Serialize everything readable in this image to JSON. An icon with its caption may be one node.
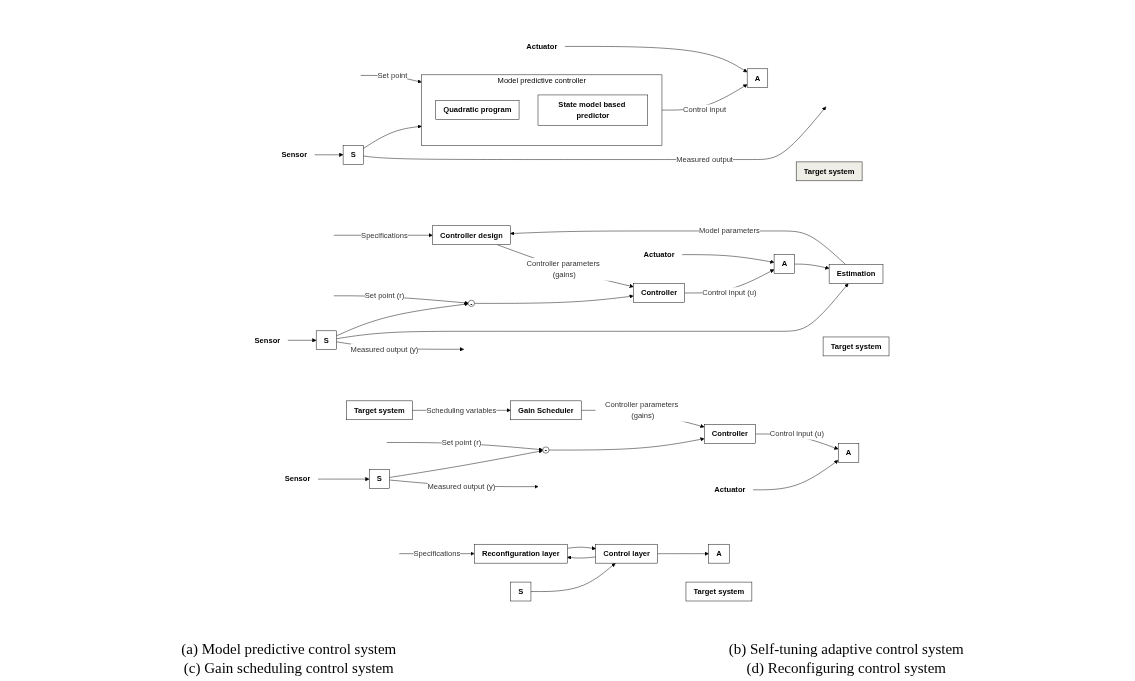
{
  "diagram": {
    "nodes": [
      {
        "text": [
          "Model predictive controller"
        ]
      },
      {
        "text": [
          "Quadratic program"
        ],
        "in": 0
      },
      {
        "text": [
          "State model based predictor"
        ],
        "in": 0
      },
      {
        "text": [
          "A"
        ]
      },
      {
        "text": [
          "Target system"
        ]
      },
      {
        "text": [
          "S"
        ]
      },
      {
        "text": [
          "Actuator"
        ]
      },
      {
        "text": [
          "Sensor"
        ]
      },
      {
        "text": [
          "Controller design"
        ]
      },
      {
        "text": [
          "Estimation"
        ]
      },
      {
        "text": [
          "-"
        ]
      },
      {
        "text": [
          "Controller"
        ]
      },
      {
        "text": [
          "A"
        ]
      },
      {
        "text": [
          "Target system"
        ]
      },
      {
        "text": [
          "S"
        ]
      },
      {
        "text": [
          "Actuator"
        ]
      },
      {
        "text": [
          "Sensor"
        ]
      },
      {
        "text": [
          "Gain Scheduler"
        ]
      },
      {
        "text": [
          "-"
        ]
      },
      {
        "text": [
          "Controller"
        ]
      },
      {
        "text": [
          "A"
        ]
      },
      {
        "text": [
          "Target system"
        ]
      },
      {
        "text": [
          "S"
        ]
      },
      {
        "text": [
          "Actuator"
        ]
      },
      {
        "text": [
          "Sensor"
        ]
      },
      {
        "text": [
          "Reconfiguration layer"
        ]
      },
      {
        "text": [
          "Control layer"
        ]
      },
      {
        "text": [
          "A"
        ]
      },
      {
        "text": [
          "Target system"
        ]
      },
      {
        "text": [
          "S"
        ]
      }
    ],
    "edges": [
      {
        "from": null,
        "to": 0,
        "arrow": "to",
        "label": "Set point"
      },
      {
        "from": 0,
        "to": 3,
        "arrow": "to",
        "label": "Control input"
      },
      {
        "from": 5,
        "to": null,
        "arrow": "to",
        "label": "Measured output"
      },
      {
        "from": 5,
        "to": 0,
        "arrow": "to"
      },
      {
        "from": 6,
        "to": 3,
        "arrow": "to"
      },
      {
        "from": 7,
        "to": 5,
        "arrow": "to"
      },
      {
        "from": null,
        "to": 8,
        "arrow": "to",
        "label": "Specifications"
      },
      {
        "from": 9,
        "to": 8,
        "arrow": "to",
        "label": "Model parameters"
      },
      {
        "from": 8,
        "to": 11,
        "arrow": "to",
        "label": "Controller parameters (gains)"
      },
      {
        "from": null,
        "to": 10,
        "arrow": "to",
        "label": "Set point (r)"
      },
      {
        "from": 10,
        "to": 11,
        "arrow": "to"
      },
      {
        "from": 11,
        "to": 12,
        "arrow": "to",
        "label": "Control input (u)"
      },
      {
        "from": 12,
        "to": 9,
        "arrow": "to"
      },
      {
        "from": 14,
        "to": null,
        "arrow": "to",
        "label": "Measured output (y)"
      },
      {
        "from": 14,
        "to": 9,
        "arrow": "to"
      },
      {
        "from": 14,
        "to": 10,
        "arrow": "to"
      },
      {
        "from": 15,
        "to": 12,
        "arrow": "to"
      },
      {
        "from": 16,
        "to": 14,
        "arrow": "to"
      },
      {
        "from": 21,
        "to": 17,
        "arrow": "to",
        "label": "Scheduling variables"
      },
      {
        "from": 17,
        "to": 19,
        "arrow": "to",
        "label": "Controller parameters (gains)"
      },
      {
        "from": null,
        "to": 18,
        "arrow": "to",
        "label": "Set point (r)"
      },
      {
        "from": 18,
        "to": 19,
        "arrow": "to"
      },
      {
        "from": 19,
        "to": 20,
        "arrow": "to",
        "label": "Control input (u)"
      },
      {
        "from": 22,
        "to": null,
        "arrow": "to",
        "label": "Measured output (y)"
      },
      {
        "from": 22,
        "to": 18,
        "arrow": "to"
      },
      {
        "from": 23,
        "to": 20,
        "arrow": "to"
      },
      {
        "from": 24,
        "to": 22,
        "arrow": "to"
      },
      {
        "from": null,
        "to": 25,
        "arrow": "to",
        "label": "Specifications"
      },
      {
        "from": 25,
        "to": 26,
        "arrow": "to"
      },
      {
        "from": 26,
        "to": 27,
        "arrow": "to"
      },
      {
        "from": 29,
        "to": 26,
        "arrow": "to"
      },
      {
        "from": 26,
        "to": 25,
        "arrow": "to"
      }
    ],
    "labels": [
      "(a) Model predictive control system",
      "(b) Self-tuning adaptive control system",
      "(c) Gain scheduling control system",
      "(d) Reconfiguring control system"
    ]
  }
}
